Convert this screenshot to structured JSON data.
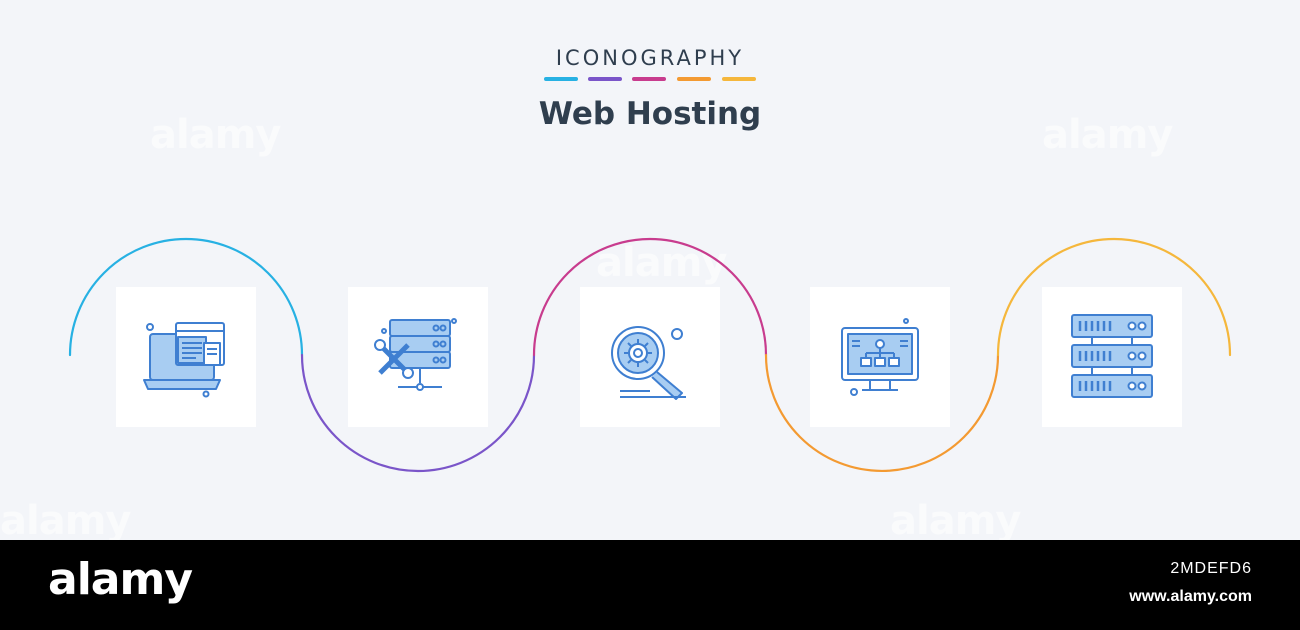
{
  "header": {
    "kicker": "ICONOGRAPHY",
    "title": "Web Hosting"
  },
  "watermark_text": "alamy",
  "footer": {
    "brand": "alamy",
    "image_id": "2MDEFD6",
    "site": "www.alamy.com"
  },
  "colors": {
    "background": "#f3f5f9",
    "icon_blue": "#3f7fd1",
    "icon_light": "#a8cdf2",
    "arc_1": "#27b1e3",
    "arc_2": "#7a55c9",
    "arc_3": "#c83c8e",
    "arc_4": "#f39a32",
    "arc_5": "#f5b73c"
  },
  "icons": [
    {
      "name": "laptop-web-pages-icon"
    },
    {
      "name": "server-tools-icon"
    },
    {
      "name": "search-gear-icon"
    },
    {
      "name": "monitor-sitemap-icon"
    },
    {
      "name": "server-rack-icon"
    }
  ]
}
